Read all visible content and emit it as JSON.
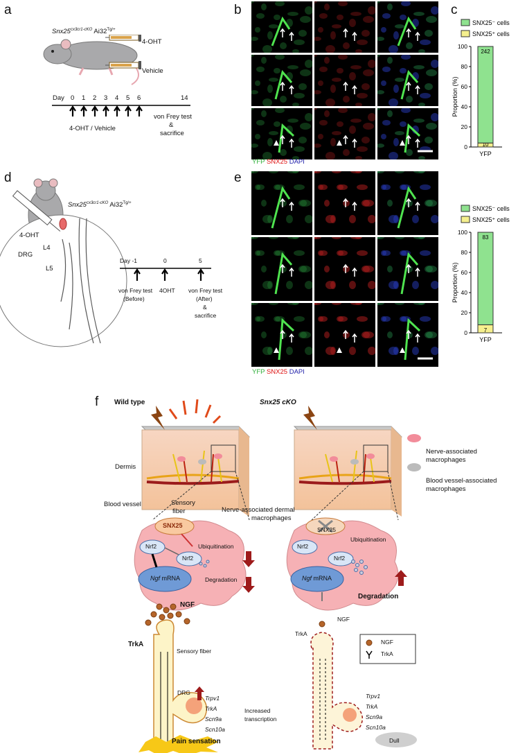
{
  "panel_labels": {
    "a": "a",
    "b": "b",
    "c": "c",
    "d": "d",
    "e": "e",
    "f": "f"
  },
  "panel_a": {
    "mouse_label": "Snx25",
    "mouse_label_sup": "cx3cr1-cKO",
    "mouse_label_tail": " Ai32",
    "mouse_label_tail_sup": "Tg/+",
    "syringe_top": "4-OHT",
    "syringe_bottom": "Vehicle",
    "timeline_day": "Day",
    "timeline_ticks": [
      "0",
      "1",
      "2",
      "3",
      "4",
      "5",
      "6",
      "14"
    ],
    "arrows_label": "4-OHT / Vehicle",
    "end_label_1": "von Frey test",
    "end_label_2": "&",
    "end_label_3": "sacrifice"
  },
  "panel_b": {
    "legend_yfp": "YFP",
    "legend_snx25": "SNX25",
    "legend_dapi": "DAPI"
  },
  "panel_c": {
    "legend_neg": "SNX25⁻ cells",
    "legend_pos": "SNX25⁺ cells",
    "neg_color": "#8fe28f",
    "pos_color": "#f5ef8e"
  },
  "panel_d": {
    "mouse_label": "Snx25",
    "mouse_label_sup": "cx3cr1-cKO",
    "mouse_label_tail": " Ai32",
    "mouse_label_tail_sup": "Tg/+",
    "inject_label": "4-OHT",
    "drg_label": "DRG",
    "l4": "L4",
    "l5": "L5",
    "ticks": [
      "Day  -1",
      "0",
      "5"
    ],
    "under_1a": "von Frey test",
    "under_1b": "(Before)",
    "under_2": "4OHT",
    "under_3a": "von Frey test",
    "under_3b": "(After)",
    "under_3c": "&",
    "under_3d": "sacrifice"
  },
  "panel_e": {
    "legend_yfp": "YFP",
    "legend_snx25": "SNX25",
    "legend_dapi": "DAPI",
    "legend_neg": "SNX25⁻ cells",
    "legend_pos": "SNX25⁺ cells"
  },
  "chart_data": [
    {
      "type": "bar",
      "categories": [
        "YFP"
      ],
      "series": [
        {
          "name": "SNX25⁺ cells",
          "values": [
            4
          ],
          "label": "10"
        },
        {
          "name": "SNX25⁻ cells",
          "values": [
            96
          ],
          "label": "242"
        }
      ],
      "stacked": true,
      "xlabel": "",
      "ylabel": "Proportion (%)",
      "ylim": [
        0,
        100
      ],
      "yticks": [
        "0",
        "20",
        "40",
        "60",
        "80",
        "100"
      ]
    },
    {
      "type": "bar",
      "categories": [
        "YFP"
      ],
      "series": [
        {
          "name": "SNX25⁺ cells",
          "values": [
            8
          ],
          "label": "7"
        },
        {
          "name": "SNX25⁻ cells",
          "values": [
            92
          ],
          "label": "83"
        }
      ],
      "stacked": true,
      "xlabel": "",
      "ylabel": "Proportion (%)",
      "ylim": [
        0,
        100
      ],
      "yticks": [
        "0",
        "20",
        "40",
        "60",
        "80",
        "100"
      ]
    }
  ],
  "panel_f": {
    "wt_title": "Wild type",
    "cko_title": "Snx25 cKO",
    "dermis": "Dermis",
    "blood_vessel": "Blood vessel",
    "sensory_fiber_1": "Sensory",
    "sensory_fiber_2": "fiber",
    "nerve_dermal_1": "Nerve-associated dermal",
    "nerve_dermal_2": "macrophages",
    "legend_nerve_1": "Nerve-associated",
    "legend_nerve_2": "macrophages",
    "legend_bv_1": "Blood vessel-associated",
    "legend_bv_2": "macrophages",
    "snx25": "SNX25",
    "nrf2": "Nrf2",
    "ubiquitination": "Ubiquitination",
    "degradation": "Degradation",
    "ngf_mrna_it": "Ngf",
    "ngf_mrna_rest": " mRNA",
    "ngf": "NGF",
    "trka": "TrkA",
    "sensory_fiber_full": "Sensory fiber",
    "drg": "DRG",
    "genes": [
      "Trpv1",
      "TrkA",
      "Scn9a",
      "Scn10a"
    ],
    "increased_1": "Increased",
    "increased_2": "transcription",
    "pain": "Pain sensation",
    "dull": "Dull",
    "legend_ngf": "NGF",
    "legend_trka": "TrkA"
  }
}
